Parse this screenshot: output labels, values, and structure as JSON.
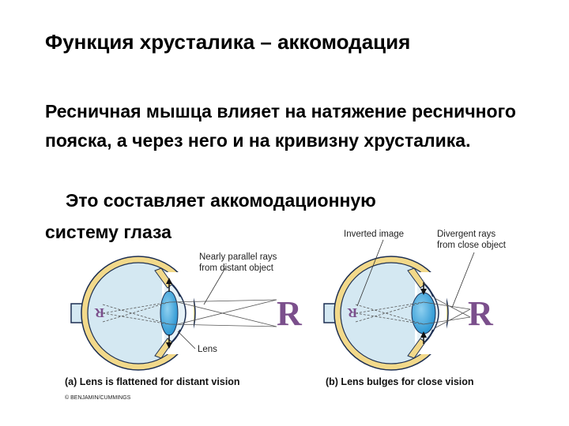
{
  "title": "Функция хрусталика – аккомодация",
  "paragraph1": "Ресничная мышца влияет на натяжение ресничного пояска, а через него и на кривизну хрусталика.",
  "paragraph2_line1": "Это составляет аккомодационную",
  "paragraph2_line2": "систему глаза",
  "diagram": {
    "label_parallel_rays_1": "Nearly parallel rays",
    "label_parallel_rays_2": "from distant object",
    "label_lens": "Lens",
    "label_inverted_image": "Inverted image",
    "label_divergent_rays_1": "Divergent rays",
    "label_divergent_rays_2": "from close object",
    "caption_a": "(a) Lens is flattened for distant vision",
    "caption_b": "(b) Lens bulges for close vision",
    "copyright": "© BENJAMIN/CUMMINGS",
    "object_letter": "R"
  },
  "colors": {
    "eye_fill": "#d4e8f2",
    "eye_outline": "#1d2f52",
    "sclera_band": "#f2d98a",
    "lens": "#2fa2db",
    "letter": "#7b4f8c"
  }
}
